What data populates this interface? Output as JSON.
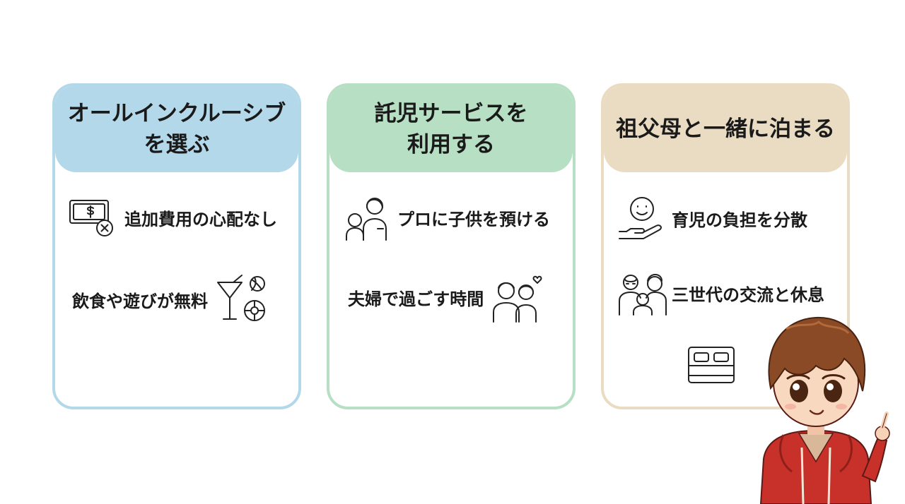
{
  "cards": [
    {
      "title": "オールインクルーシブ\nを選ぶ",
      "color": "#b3d8ea",
      "items": [
        {
          "label": "追加費用の心配なし",
          "icon": "money-cross-icon"
        },
        {
          "label": "飲食や遊びが無料",
          "icon": "cocktail-ball-icon"
        }
      ]
    },
    {
      "title": "託児サービスを\n利用する",
      "color": "#b6dfc3",
      "items": [
        {
          "label": "プロに子供を預ける",
          "icon": "caregiver-child-icon"
        },
        {
          "label": "夫婦で過ごす時間",
          "icon": "couple-heart-icon"
        }
      ]
    },
    {
      "title": "祖父母と一緒に泊まる",
      "color": "#eadcc2",
      "items": [
        {
          "label": "育児の負担を分散",
          "icon": "smile-hand-icon"
        },
        {
          "label": "三世代の交流と休息",
          "icon": "three-generations-icon"
        }
      ],
      "extra_icon": "bed-icon"
    }
  ],
  "mascot": {
    "icon": "boy-mascot-pointing-icon",
    "hoodie_color": "#c8302a",
    "hair_color": "#8a4a26"
  }
}
